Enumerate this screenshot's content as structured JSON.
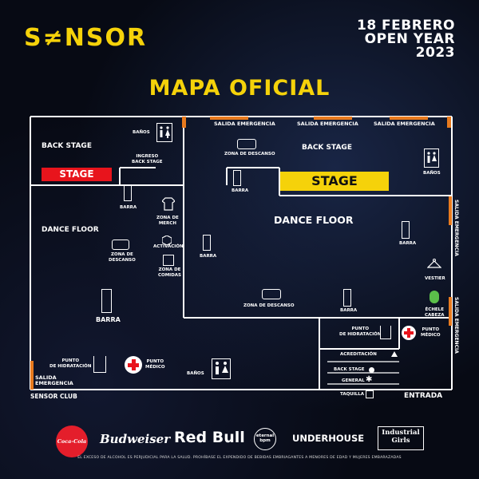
{
  "header": {
    "logo": "S≠NSOR",
    "date": "18 FEBRERO",
    "subtitle": "OPEN YEAR",
    "year": "2023"
  },
  "title": "MAPA OFICIAL",
  "map": {
    "back_stage_left": "BACK STAGE",
    "back_stage_right": "BACK STAGE",
    "stage_left": "STAGE",
    "stage_right": "STAGE",
    "ingreso_back_stage_1": "INGRESO",
    "ingreso_back_stage_2": "BACK STAGE",
    "banos_top": "BAÑOS",
    "banos_right": "BAÑOS",
    "banos_bottom": "BAÑOS",
    "salida_emergencia_1": "SALIDA EMERGENCIA",
    "salida_emergencia_2": "SALIDA EMERGENCIA",
    "salida_emergencia_3": "SALIDA EMERGENCIA",
    "salida_emergencia_right_top": "SALIDA EMERGENCIA",
    "salida_emergencia_right_bottom": "SALIDA EMERGENCIA",
    "salida_emergencia_left_1": "SALIDA",
    "salida_emergencia_left_2": "EMERGENCIA",
    "zona_descanso_top": "ZONA DE DESCANSO",
    "zona_descanso_mid": "ZONA DE DESCANSO",
    "zona_descanso_left_1": "ZONA DE",
    "zona_descanso_left_2": "DESCANSO",
    "barra_1": "BARRA",
    "barra_2": "BARRA",
    "barra_3": "BARRA",
    "barra_4": "BARRA",
    "barra_5": "BARRA",
    "barra_6": "BARRA",
    "dance_floor_left": "DANCE FLOOR",
    "dance_floor_main": "DANCE  FLOOR",
    "zona_merch_1": "ZONA DE",
    "zona_merch_2": "MERCH",
    "activacion": "ACTIVACIÓN",
    "zona_comidas_1": "ZONA DE",
    "zona_comidas_2": "COMIDAS",
    "vestier": "VESTIER",
    "echele_1": "ÉCHELE",
    "echele_2": "CABEZA",
    "punto_hidratacion_right_1": "PUNTO",
    "punto_hidratacion_right_2": "DE HIDRATACIÓN",
    "punto_medico_right_1": "PUNTO",
    "punto_medico_right_2": "MÉDICO",
    "punto_hidratacion_left_1": "PUNTO",
    "punto_hidratacion_left_2": "DE HIDRATACIÓN",
    "punto_medico_left_1": "PUNTO",
    "punto_medico_left_2": "MÉDICO",
    "acreditacion": "ACREDITACIÓN",
    "back_stage_entry": "BACK STAGE",
    "general": "GENERAL",
    "taquilla": "TAQUILLA",
    "sensor_club": "SENSOR CLUB",
    "entrada": "ENTRADA"
  },
  "sponsors": {
    "cocacola": "Coca-Cola",
    "budweiser": "Budweiser",
    "redbull": "Red Bull",
    "eternal_1": "eternal",
    "eternal_2": "bpm",
    "underhouse": "UNDERHOUSE",
    "industrial_1": "Industrial",
    "industrial_2": "Girls"
  },
  "footer": "EL EXCESO DE ALCOHOL ES PERJUDICIAL PARA LA SALUD. PROHÍBASE EL EXPENDIDO DE BEBIDAS EMBRIAGANTES A MENORES DE EDAD Y MUJERES EMBARAZADAS",
  "colors": {
    "brand_yellow": "#f5d20a",
    "stage_red": "#e8141c",
    "exit_orange": "#e87a1e",
    "background": "#070a14"
  }
}
